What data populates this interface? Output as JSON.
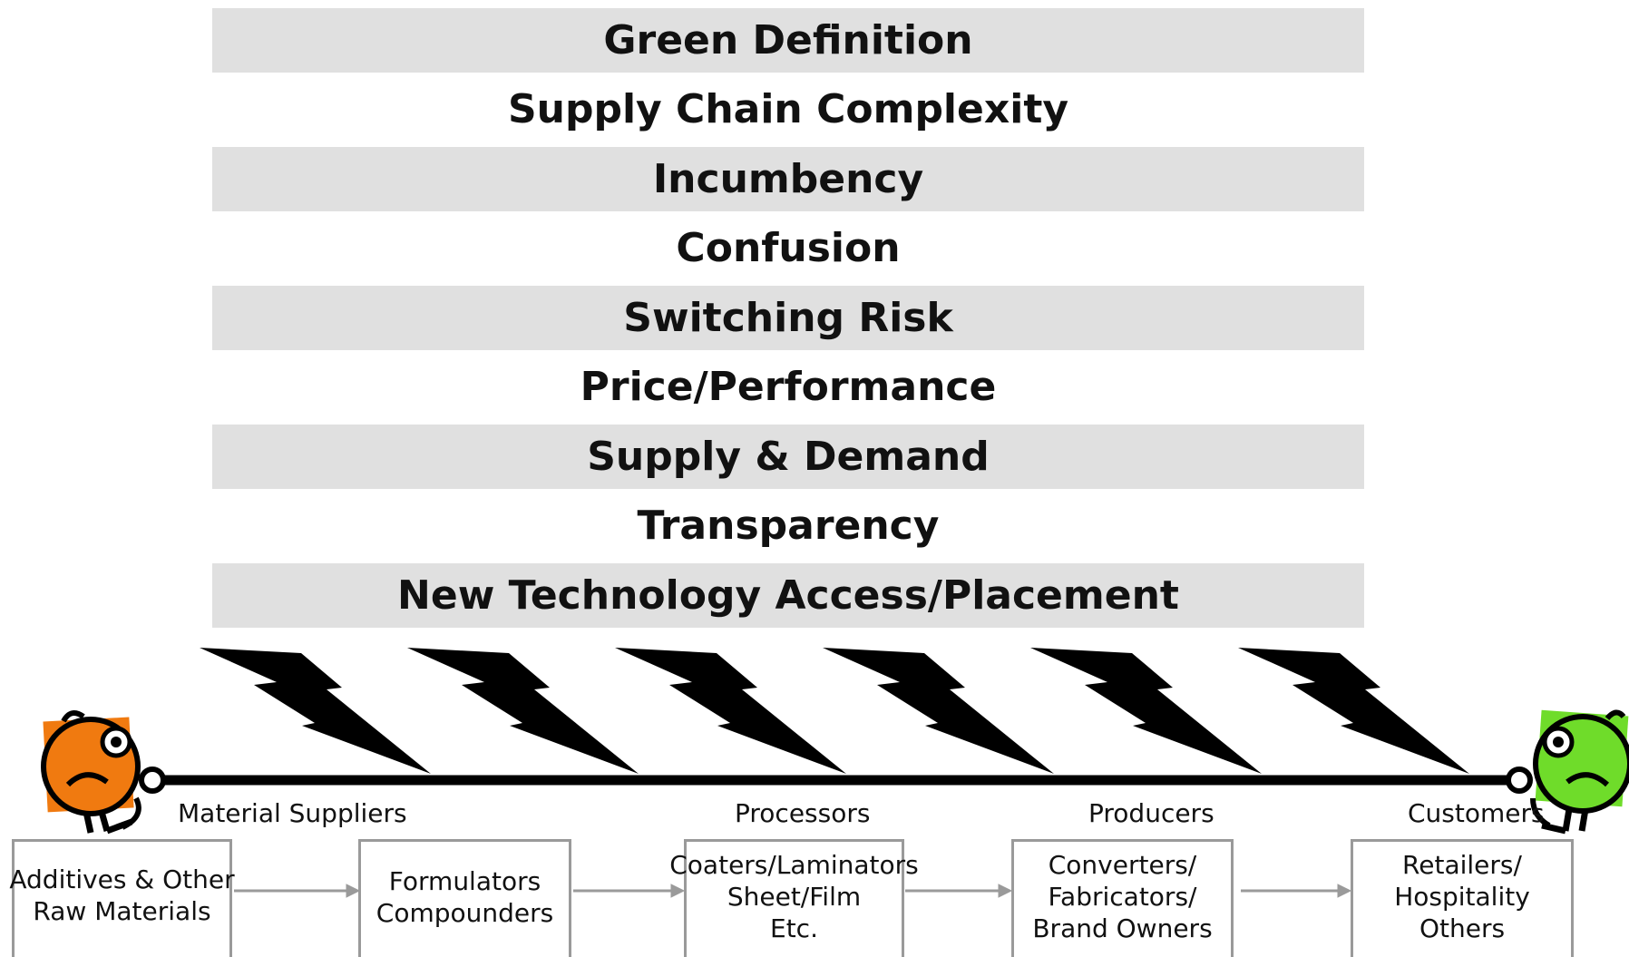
{
  "bands": [
    {
      "label": "Green Definition",
      "shaded": true
    },
    {
      "label": "Supply Chain Complexity",
      "shaded": false
    },
    {
      "label": "Incumbency",
      "shaded": true
    },
    {
      "label": "Confusion",
      "shaded": false
    },
    {
      "label": "Switching Risk",
      "shaded": true
    },
    {
      "label": "Price/Performance",
      "shaded": false
    },
    {
      "label": "Supply & Demand",
      "shaded": true
    },
    {
      "label": "Transparency",
      "shaded": false
    },
    {
      "label": "New Technology Access/Placement",
      "shaded": true
    }
  ],
  "stages": {
    "material_suppliers": "Material Suppliers",
    "processors": "Processors",
    "producers": "Producers",
    "customers": "Customers"
  },
  "boxes": [
    {
      "lines": [
        "Additives & Other",
        "Raw Materials"
      ]
    },
    {
      "lines": [
        "Formulators",
        "Compounders"
      ]
    },
    {
      "lines": [
        "Coaters/Laminators",
        "Sheet/Film",
        "Etc."
      ]
    },
    {
      "lines": [
        "Converters/",
        "Fabricators/",
        "Brand Owners"
      ]
    },
    {
      "lines": [
        "Retailers/",
        "Hospitality",
        "Others"
      ]
    }
  ],
  "colors": {
    "band_shade": "#e0e0e0",
    "left_character": "#f07a10",
    "right_character": "#6fdc2a",
    "rope": "#000000",
    "lightning": "#000000",
    "arrow": "#9a9a9a"
  },
  "icons": {
    "left_character": "orange-worried-character-icon",
    "right_character": "green-worried-character-icon",
    "lightning": "lightning-bolt-icon"
  }
}
